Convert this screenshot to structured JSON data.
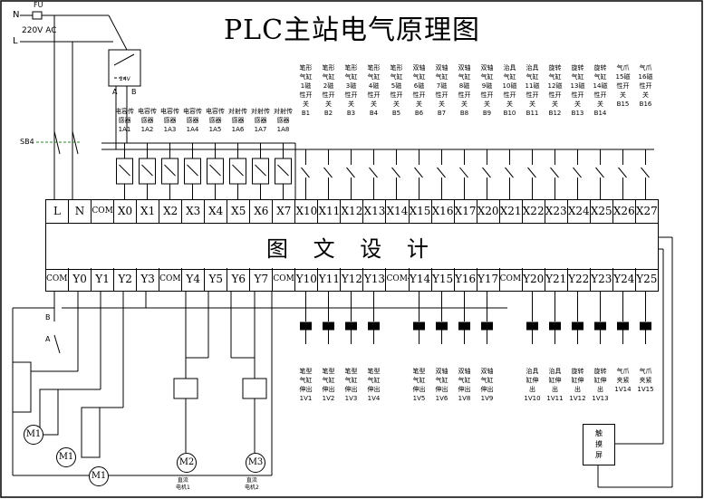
{
  "title": "PLC主站电气原理图",
  "supply": {
    "n": "N",
    "l": "L",
    "fu": "FU",
    "voltage": "220V AC",
    "sb": "SB4",
    "dc": "24V",
    "a": "A",
    "b": "B"
  },
  "plc_body_text": "图 文 设 计",
  "top_terminals": [
    "L",
    "N",
    "COM",
    "X0",
    "X1",
    "X2",
    "X3",
    "X4",
    "X5",
    "X6",
    "X7",
    "X10",
    "X11",
    "X12",
    "X13",
    "X14",
    "X15",
    "X16",
    "X17",
    "X20",
    "X21",
    "X22",
    "X23",
    "X24",
    "X25",
    "X26",
    "X27"
  ],
  "bottom_terminals": [
    "COM1",
    "Y0",
    "Y1",
    "Y2",
    "Y3",
    "COM2",
    "Y4",
    "Y5",
    "Y6",
    "Y7",
    "COM3",
    "Y10",
    "Y11",
    "Y12",
    "Y13",
    "COM4",
    "Y14",
    "Y15",
    "Y16",
    "Y17",
    "COM5",
    "Y20",
    "Y21",
    "Y22",
    "Y23",
    "Y24",
    "Y25"
  ],
  "sensor_labels": [
    "电容传\n感器\n1A1",
    "电容传\n感器\n1A2",
    "电容传\n感器\n1A3",
    "电容传\n感器\n1A4",
    "电容传\n感器\n1A5",
    "对射传\n感器\n1A6",
    "对射传\n感器\n1A7",
    "对射传\n感器\n1A8"
  ],
  "switch_labels": [
    "笔形\n气缸\n1磁\n性开\n关\nB1",
    "笔形\n气缸\n2磁\n性开\n关\nB2",
    "笔形\n气缸\n3磁\n性开\n关\nB3",
    "笔形\n气缸\n4磁\n性开\n关\nB4",
    "笔形\n气缸\n5磁\n性开\n关\nB5",
    "双轴\n气缸\n6磁\n性开\n关\nB6",
    "双轴\n气缸\n7磁\n性开\n关\nB7",
    "双轴\n气缸\n8磁\n性开\n关\nB8",
    "双轴\n气缸\n9磁\n性开\n关\nB9",
    "治具\n气缸\n10磁\n性开\n关\nB10",
    "治具\n气缸\n11磁\n性开\n关\nB11",
    "旋转\n气缸\n12磁\n性开\n关\nB12",
    "旋转\n气缸\n13磁\n性开\n关\nB13",
    "旋转\n气缸\n14磁\n性开\n关\nB14",
    "气爪\n15磁\n性开\n关\nB15",
    "气爪\n16磁\n性开\n关\nB16"
  ],
  "valve_labels": [
    "笔型\n气缸\n伸出\n1V1",
    "笔型\n气缸\n伸出\n1V2",
    "笔型\n气缸\n伸出\n1V3",
    "笔型\n气缸\n伸出\n1V4",
    "笔型\n气缸\n伸出\n1V5",
    "双轴\n气缸\n伸出\n1V6",
    "双轴\n气缸\n伸出\n1V8",
    "双轴\n气缸\n伸出\n1V9",
    "治具\n缸伸\n出\n1V10",
    "治具\n缸伸\n出\n1V11",
    "旋转\n缸伸\n出\n1V12",
    "旋转\n缸伸\n出\n1V13",
    "气爪\n夹紧\n1V14",
    "气爪\n夹紧\n1V15"
  ],
  "motors": [
    "M1",
    "M1",
    "M1",
    "M2",
    "M3"
  ],
  "motor_captions": [
    "直流\n电机1",
    "直流\n电机2"
  ],
  "touch_screen": "触\n摸\n屏",
  "common_rail": {
    "b": "B",
    "a": "A"
  }
}
